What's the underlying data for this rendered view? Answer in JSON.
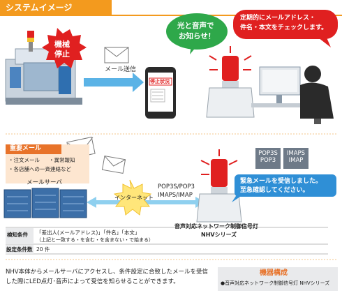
{
  "header": {
    "title": "システムイメージ"
  },
  "top": {
    "machine_stop": [
      "機械",
      "停止"
    ],
    "mail_send": "メール送信",
    "phone_screen": "停止状況",
    "speech_green": [
      "光と音声で",
      "お知らせ！"
    ],
    "speech_red": [
      "定期的にメールアドレス・",
      "件名・本文をチェックします。"
    ]
  },
  "important_mail": {
    "title": "重要メール",
    "items": [
      "・注文メール",
      "・異常報知",
      "・各店舗への一斉連絡など"
    ]
  },
  "mail_server": {
    "label": "メールサーバ"
  },
  "internet": {
    "label": "インターネット"
  },
  "protocols": {
    "pop": "POP3S/POP3",
    "imap": "IMAPS/IMAP"
  },
  "pop_boxes": [
    "POP3S\nPOP3",
    "IMAPS\nIMAP"
  ],
  "alert": {
    "text": [
      "緊急メールを受信しました。",
      "至急確認してください。"
    ]
  },
  "device": {
    "label": [
      "音声対応ネットワーク制御信号灯",
      "NHVシリーズ"
    ]
  },
  "conditions": {
    "detect_label": "検知条件",
    "detect_value": "「差出人(メールアドレス)」「件名」「本文」",
    "detect_note": "（上記と一致する・を含む・を含まない・で始まる）",
    "count_label": "設定条件数",
    "count_value": "20 件"
  },
  "description": [
    "NHV本体からメールサーバにアクセスし、条件設定に合致したメールを受信",
    "した際にLED点灯･音声によって受信を知らせることができます。"
  ],
  "equipment": {
    "title": "機器構成",
    "item": "●音声対応ネットワーク制御信号灯 NHVシリーズ"
  },
  "colors": {
    "accent": "#f39a1e",
    "alert_red": "#e02020",
    "green": "#2ea84a",
    "navy": "#1a3a8a"
  }
}
